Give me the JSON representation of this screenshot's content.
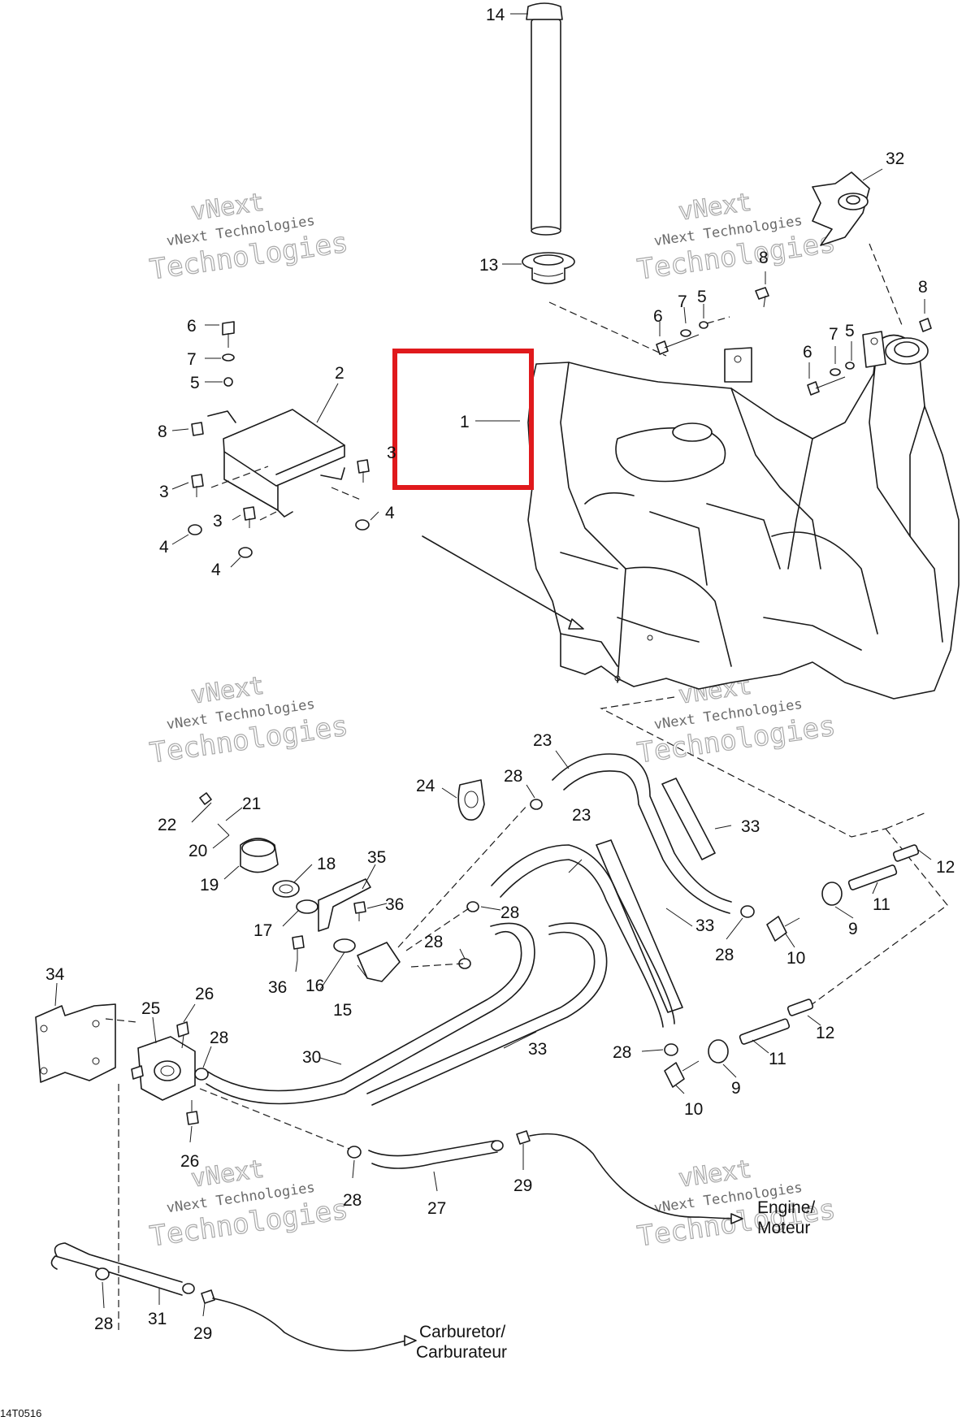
{
  "diagram": {
    "reference_code": "14T0516",
    "highlight_color": "#e0191c",
    "highlighted_callout": "1",
    "watermark": {
      "line1": "vNext",
      "line2": "vNext Technologies",
      "line3": "Technologies"
    },
    "callouts": [
      {
        "id": "c14",
        "label": "14"
      },
      {
        "id": "c13",
        "label": "13"
      },
      {
        "id": "c32",
        "label": "32"
      },
      {
        "id": "c8a",
        "label": "8"
      },
      {
        "id": "c7a",
        "label": "7"
      },
      {
        "id": "c5a",
        "label": "5"
      },
      {
        "id": "c6a",
        "label": "6"
      },
      {
        "id": "c8b",
        "label": "8"
      },
      {
        "id": "c7b",
        "label": "7"
      },
      {
        "id": "c5b",
        "label": "5"
      },
      {
        "id": "c6b",
        "label": "6"
      },
      {
        "id": "c6c",
        "label": "6"
      },
      {
        "id": "c7c",
        "label": "7"
      },
      {
        "id": "c5c",
        "label": "5"
      },
      {
        "id": "c2",
        "label": "2"
      },
      {
        "id": "c8c",
        "label": "8"
      },
      {
        "id": "c3a",
        "label": "3"
      },
      {
        "id": "c3b",
        "label": "3"
      },
      {
        "id": "c3c",
        "label": "3"
      },
      {
        "id": "c4a",
        "label": "4"
      },
      {
        "id": "c4b",
        "label": "4"
      },
      {
        "id": "c4c",
        "label": "4"
      },
      {
        "id": "c1",
        "label": "1"
      },
      {
        "id": "c23a",
        "label": "23"
      },
      {
        "id": "c28a",
        "label": "28"
      },
      {
        "id": "c24",
        "label": "24"
      },
      {
        "id": "c33a",
        "label": "33"
      },
      {
        "id": "c21",
        "label": "21"
      },
      {
        "id": "c22",
        "label": "22"
      },
      {
        "id": "c20",
        "label": "20"
      },
      {
        "id": "c18",
        "label": "18"
      },
      {
        "id": "c19",
        "label": "19"
      },
      {
        "id": "c35",
        "label": "35"
      },
      {
        "id": "c36a",
        "label": "36"
      },
      {
        "id": "c17",
        "label": "17"
      },
      {
        "id": "c23b",
        "label": "23"
      },
      {
        "id": "c28b",
        "label": "28"
      },
      {
        "id": "c12a",
        "label": "12"
      },
      {
        "id": "c11a",
        "label": "11"
      },
      {
        "id": "c9a",
        "label": "9"
      },
      {
        "id": "c10a",
        "label": "10"
      },
      {
        "id": "c28c",
        "label": "28"
      },
      {
        "id": "c33b",
        "label": "33"
      },
      {
        "id": "c28d",
        "label": "28"
      },
      {
        "id": "c36b",
        "label": "36"
      },
      {
        "id": "c16",
        "label": "16"
      },
      {
        "id": "c15",
        "label": "15"
      },
      {
        "id": "c34",
        "label": "34"
      },
      {
        "id": "c25",
        "label": "25"
      },
      {
        "id": "c26a",
        "label": "26"
      },
      {
        "id": "c28e",
        "label": "28"
      },
      {
        "id": "c30",
        "label": "30"
      },
      {
        "id": "c33c",
        "label": "33"
      },
      {
        "id": "c12b",
        "label": "12"
      },
      {
        "id": "c11b",
        "label": "11"
      },
      {
        "id": "c28f",
        "label": "28"
      },
      {
        "id": "c9b",
        "label": "9"
      },
      {
        "id": "c10b",
        "label": "10"
      },
      {
        "id": "c26b",
        "label": "26"
      },
      {
        "id": "c28g",
        "label": "28"
      },
      {
        "id": "c27",
        "label": "27"
      },
      {
        "id": "c29a",
        "label": "29"
      },
      {
        "id": "c28h",
        "label": "28"
      },
      {
        "id": "c31",
        "label": "31"
      },
      {
        "id": "c29b",
        "label": "29"
      }
    ],
    "destinations": {
      "engine_en": "Engine/",
      "engine_fr": "Moteur",
      "carb_en": "Carburetor/",
      "carb_fr": "Carburateur"
    }
  }
}
